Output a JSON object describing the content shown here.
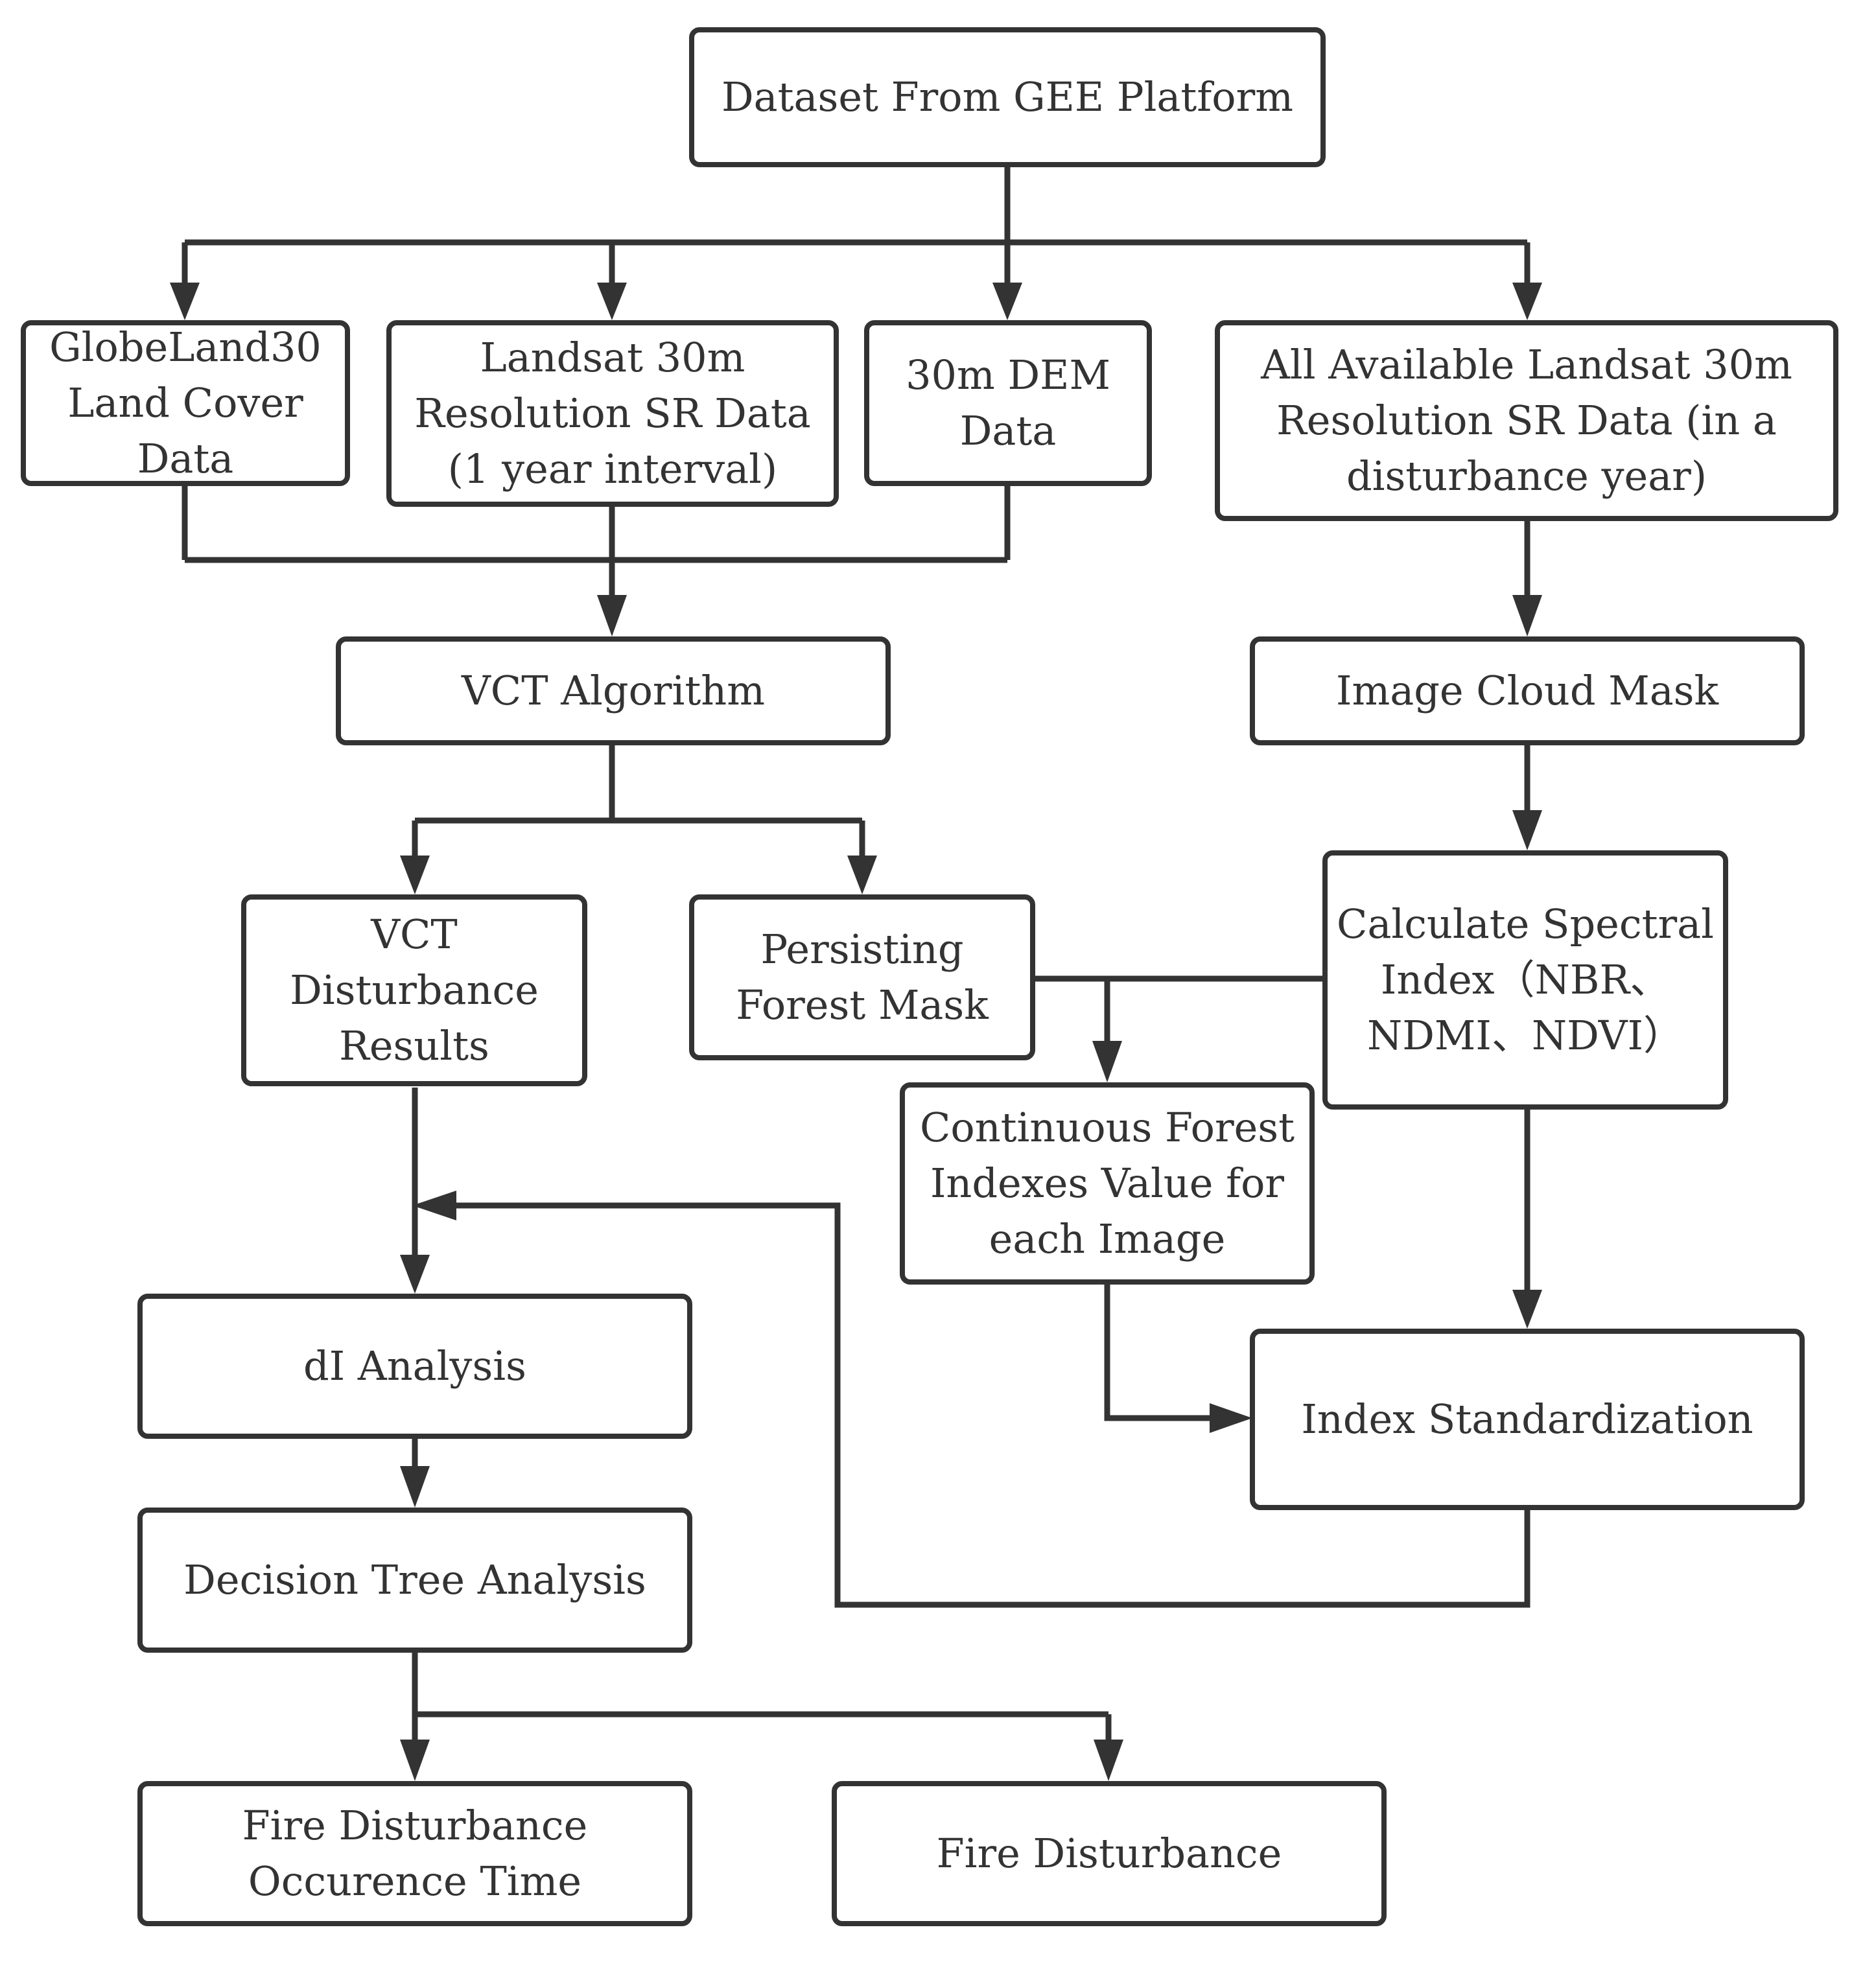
{
  "diagram": {
    "colors": {
      "line": "#333333",
      "text": "#333333",
      "background": "#ffffff"
    },
    "nodes": {
      "dataset": [
        "Dataset From GEE Platform"
      ],
      "globeland": [
        "GlobeLand30",
        "Land Cover",
        "Data"
      ],
      "landsat": [
        "Landsat 30m",
        "Resolution SR Data",
        "(1 year interval)"
      ],
      "dem": [
        "30m DEM",
        "Data"
      ],
      "allLandsat": [
        "All Available Landsat 30m",
        "Resolution SR Data (in a",
        "disturbance year)"
      ],
      "vct": [
        "VCT Algorithm"
      ],
      "cloudMask": [
        "Image Cloud Mask"
      ],
      "vctResults": [
        "VCT",
        "Disturbance",
        "Results"
      ],
      "forestMask": [
        "Persisting",
        "Forest Mask"
      ],
      "spectral": [
        "Calculate Spectral",
        "Index（NBR、",
        "NDMI、NDVI）"
      ],
      "continuous": [
        "Continuous Forest",
        "Indexes Value for",
        "each Image"
      ],
      "standardization": [
        "Index Standardization"
      ],
      "dI": [
        "dI Analysis"
      ],
      "decisionTree": [
        "Decision Tree Analysis"
      ],
      "fireTime": [
        "Fire Disturbance",
        "Occurence Time"
      ],
      "fireDisturbance": [
        "Fire Disturbance"
      ]
    }
  }
}
